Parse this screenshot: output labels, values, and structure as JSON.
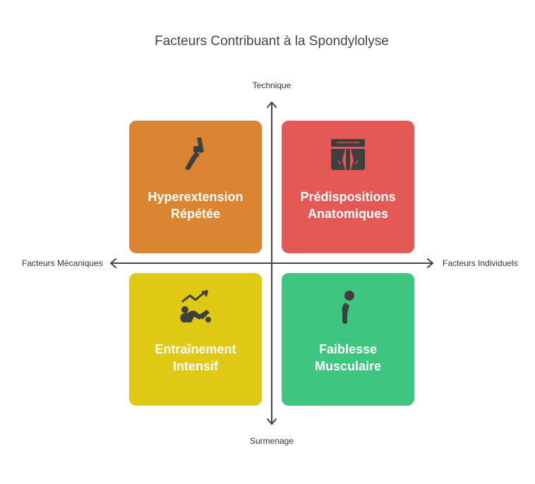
{
  "title": "Facteurs Contribuant à la Spondylolyse",
  "axes": {
    "top": "Technique",
    "bottom": "Surmenage",
    "left": "Facteurs Mécaniques",
    "right": "Facteurs Individuels"
  },
  "quadrants": [
    {
      "id": "top-left",
      "lines": [
        "Hyperextension",
        "Répétée"
      ],
      "color": "#db8431",
      "icon": "hyperextension-icon"
    },
    {
      "id": "top-right",
      "lines": [
        "Prédispositions",
        "Anatomiques"
      ],
      "color": "#e45955",
      "icon": "spine-anatomy-icon"
    },
    {
      "id": "bottom-left",
      "lines": [
        "Entraînement",
        "Intensif"
      ],
      "color": "#dfc914",
      "icon": "intense-training-icon"
    },
    {
      "id": "bottom-right",
      "lines": [
        "Faiblesse",
        "Musculaire"
      ],
      "color": "#3ec57f",
      "icon": "weak-posture-icon"
    }
  ],
  "colors": {
    "axis": "#444444",
    "icon": "#3f3f3f"
  }
}
